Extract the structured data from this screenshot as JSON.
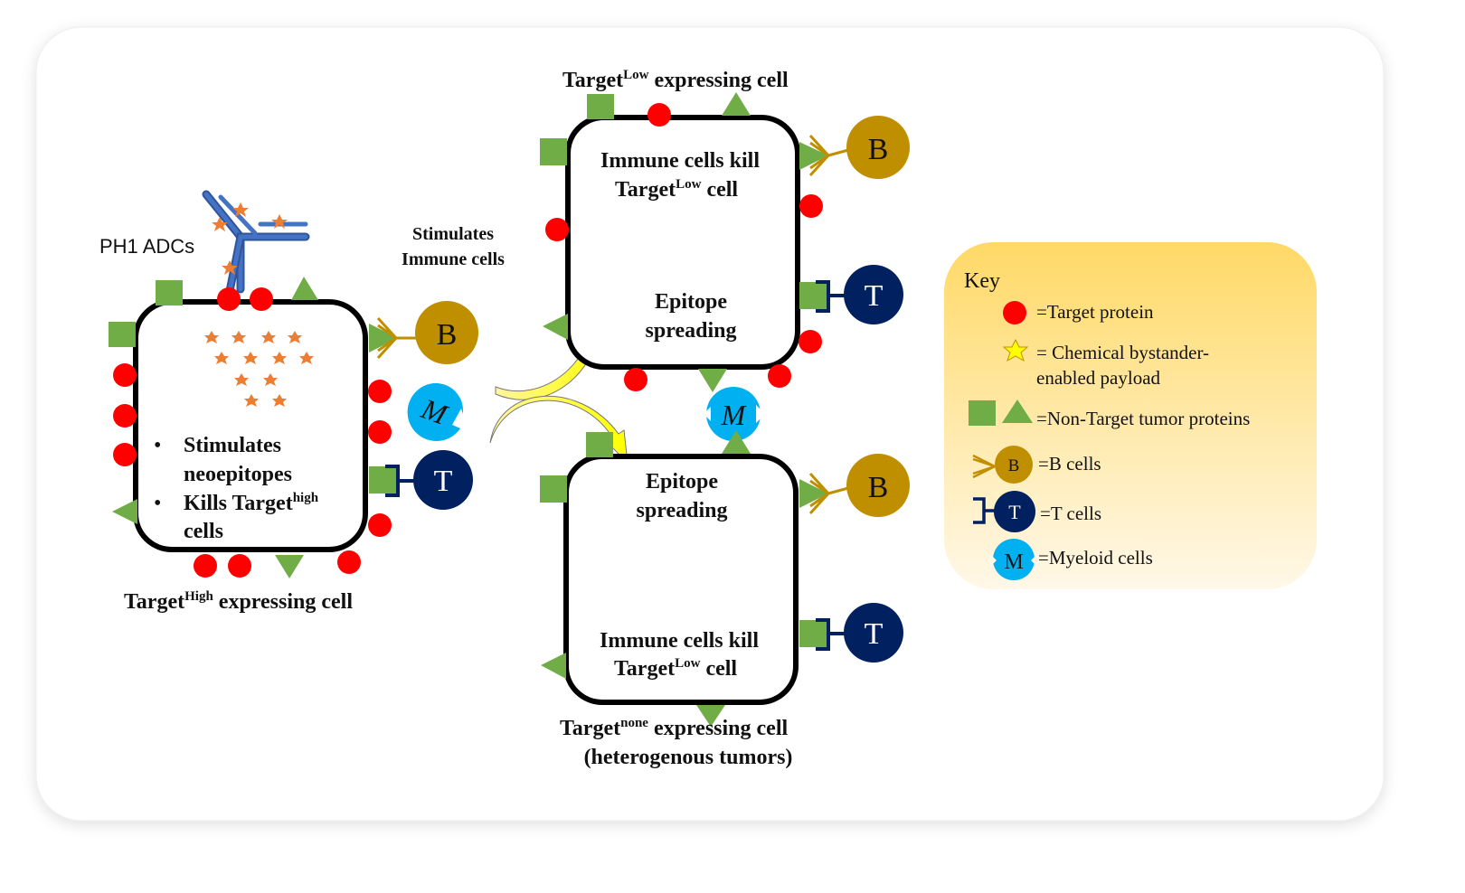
{
  "labels": {
    "adc": "PH1 ADCs",
    "stimulates": "Stimulates",
    "immune_cells": "Immune cells",
    "cell_high_bullet1_line1": "Stimulates",
    "cell_high_bullet1_line2": "neoepitopes",
    "cell_high_bullet2_line1_pre": "Kills Target",
    "cell_high_bullet2_line1_sup": "high",
    "cell_high_bullet2_line2": "cells",
    "cell_high_caption_pre": "Target",
    "cell_high_caption_sup": "High",
    "cell_high_caption_post": " expressing cell",
    "cell_low_caption_pre": "Target",
    "cell_low_caption_sup": "Low",
    "cell_low_caption_post": " expressing cell",
    "cell_low_kill_line1": "Immune cells kill",
    "cell_low_kill_line2_pre": "Target",
    "cell_low_kill_line2_sup": "Low",
    "cell_low_kill_line2_post": " cell",
    "epitope_line1": "Epitope",
    "epitope_line2": "spreading",
    "cell_none_epitope_line1": "Epitope",
    "cell_none_epitope_line2": "spreading",
    "cell_none_kill_line1": "Immune cells kill",
    "cell_none_kill_line2_pre": "Target",
    "cell_none_kill_line2_sup": "Low",
    "cell_none_kill_line2_post": " cell",
    "cell_none_caption1_pre": "Target",
    "cell_none_caption1_sup": "none",
    "cell_none_caption1_post": " expressing cell",
    "cell_none_caption2": "(heterogenous tumors)",
    "b_letter": "B",
    "t_letter": "T",
    "m_letter": "M"
  },
  "key": {
    "title": "Key",
    "target_protein": "=Target protein",
    "payload_line1": "= Chemical bystander-",
    "payload_line2": "enabled payload",
    "non_target": "=Non-Target tumor proteins",
    "b_cells": "=B cells",
    "t_cells": "=T cells",
    "myeloid": "=Myeloid cells"
  },
  "colors": {
    "target_protein": "#ff0000",
    "non_target": "#70ad47",
    "b_cell": "#bf8f00",
    "t_cell": "#002060",
    "myeloid": "#00b0f0",
    "antibody": "#4472c4",
    "payload": "#ed7d31",
    "arrow": "#ffff00",
    "key_bg_top": "#ffd966",
    "key_bg_bottom": "#fff8e6"
  }
}
